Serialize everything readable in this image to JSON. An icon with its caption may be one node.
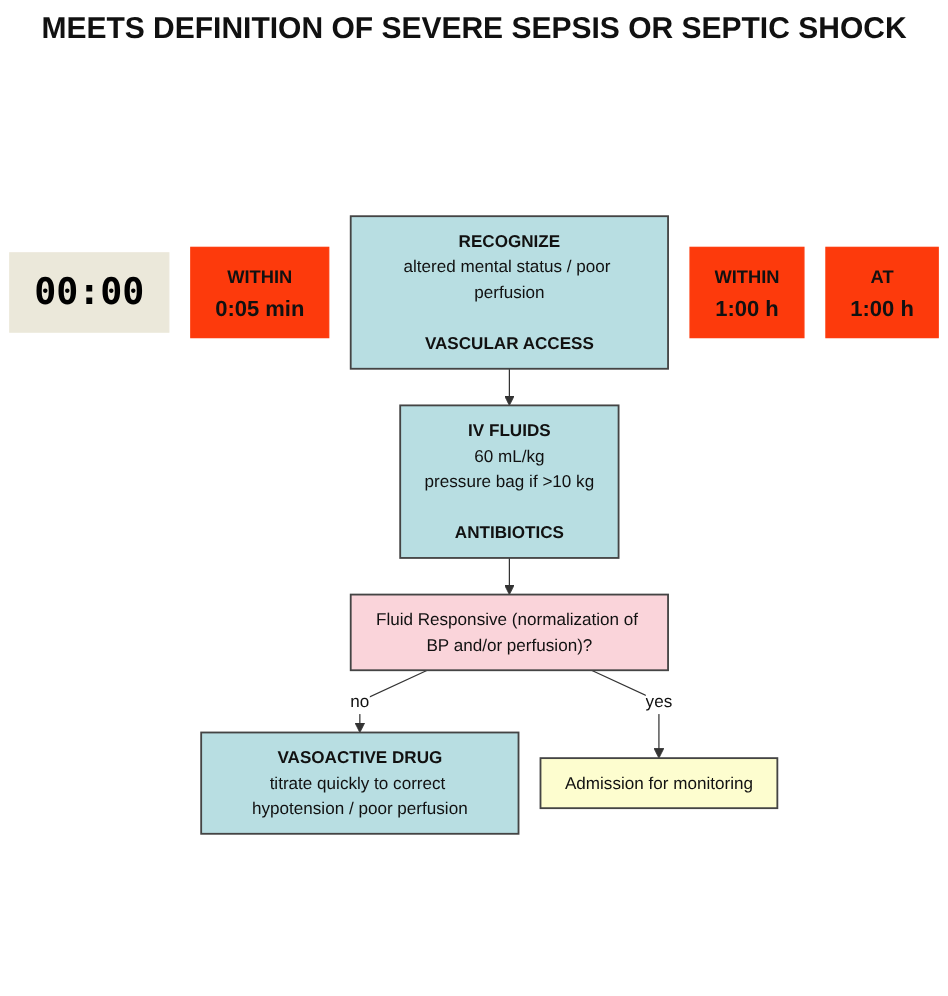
{
  "diagram": {
    "title": "MEETS DEFINITION OF SEVERE SEPSIS OR SEPTIC SHOCK",
    "nodes": [
      {
        "text": [
          "00:00"
        ]
      },
      {
        "text": [
          "WITHIN",
          "0:05 min"
        ]
      },
      {
        "text": [
          "RECOGNIZE",
          "altered mental status / poor perfusion",
          "VASCULAR ACCESS"
        ]
      },
      {
        "text": [
          "WITHIN",
          "1:00 h"
        ]
      },
      {
        "text": [
          "IV FLUIDS",
          "60 mL/kg",
          "pressure bag if >10 kg",
          "ANTIBIOTICS"
        ]
      },
      {
        "text": [
          "Fluid Responsive (normalization of BP and/or perfusion)?"
        ]
      },
      {
        "text": [
          "AT",
          "1:00 h"
        ]
      },
      {
        "text": [
          "VASOACTIVE DRUG",
          "titrate quickly to correct hypotension / poor perfusion"
        ]
      },
      {
        "text": [
          "Admission for monitoring"
        ]
      }
    ],
    "edges": [
      {
        "from": 2,
        "to": 4,
        "arrow": "to"
      },
      {
        "from": 4,
        "to": 5,
        "arrow": "to"
      },
      {
        "from": 5,
        "to": 7,
        "arrow": "to",
        "label": "no"
      },
      {
        "from": 5,
        "to": 8,
        "arrow": "to",
        "label": "yes"
      }
    ]
  }
}
